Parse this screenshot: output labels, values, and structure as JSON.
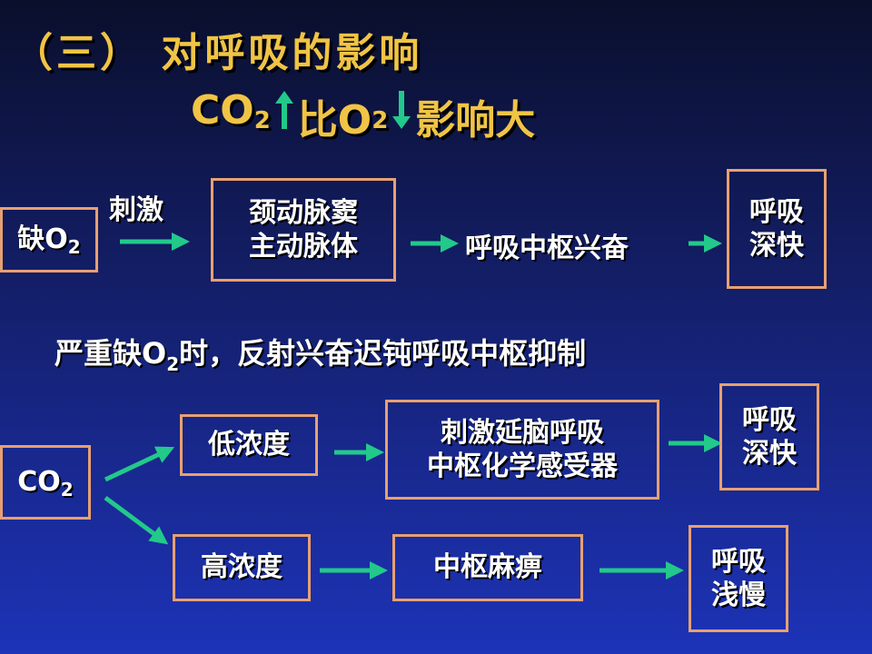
{
  "title": "（三） 对呼吸的影响",
  "subtitle": {
    "part1": "CO",
    "sub1": "2",
    "part2": "比O",
    "sub2": "2",
    "part3": "影响大"
  },
  "colors": {
    "title": "#f0c445",
    "arrow": "#22c98a",
    "box_border": "#e8a070"
  },
  "o2": {
    "source": {
      "main": "缺O",
      "sub": "2"
    },
    "stim_label": "刺激",
    "receptors": [
      "颈动脉窦",
      "主动脉体"
    ],
    "center": "呼吸中枢兴奋",
    "result": [
      "呼吸",
      "深快"
    ],
    "note": {
      "a": "严重缺O",
      "sub": "2",
      "b": "时，反射兴奋迟钝呼吸中枢抑制"
    }
  },
  "co2": {
    "source": {
      "main": "CO",
      "sub": "2"
    },
    "low": {
      "label": "低浓度",
      "effect": [
        "刺激延脑呼吸",
        "中枢化学感受器"
      ],
      "result": [
        "呼吸",
        "深快"
      ]
    },
    "high": {
      "label": "高浓度",
      "effect": "中枢麻痹",
      "result": [
        "呼吸",
        "浅慢"
      ]
    }
  }
}
